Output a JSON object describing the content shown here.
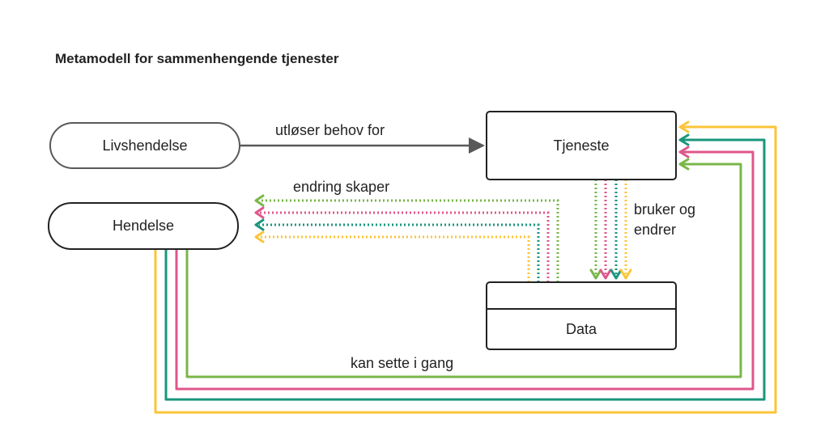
{
  "title": "Metamodell for sammenhengende tjenester",
  "nodes": {
    "livshendelse": "Livshendelse",
    "hendelse": "Hendelse",
    "tjeneste": "Tjeneste",
    "data": "Data"
  },
  "edges": {
    "utloser": "utløser behov for",
    "endring": "endring skaper",
    "bruker_line1": "bruker og",
    "bruker_line2": "endrer",
    "kan_sette": "kan sette i gang"
  },
  "colors": {
    "green": "#7ab648",
    "pink": "#e0568b",
    "teal": "#19967d",
    "yellow": "#fcc438",
    "gray": "#595959",
    "stroke": "#222222"
  }
}
